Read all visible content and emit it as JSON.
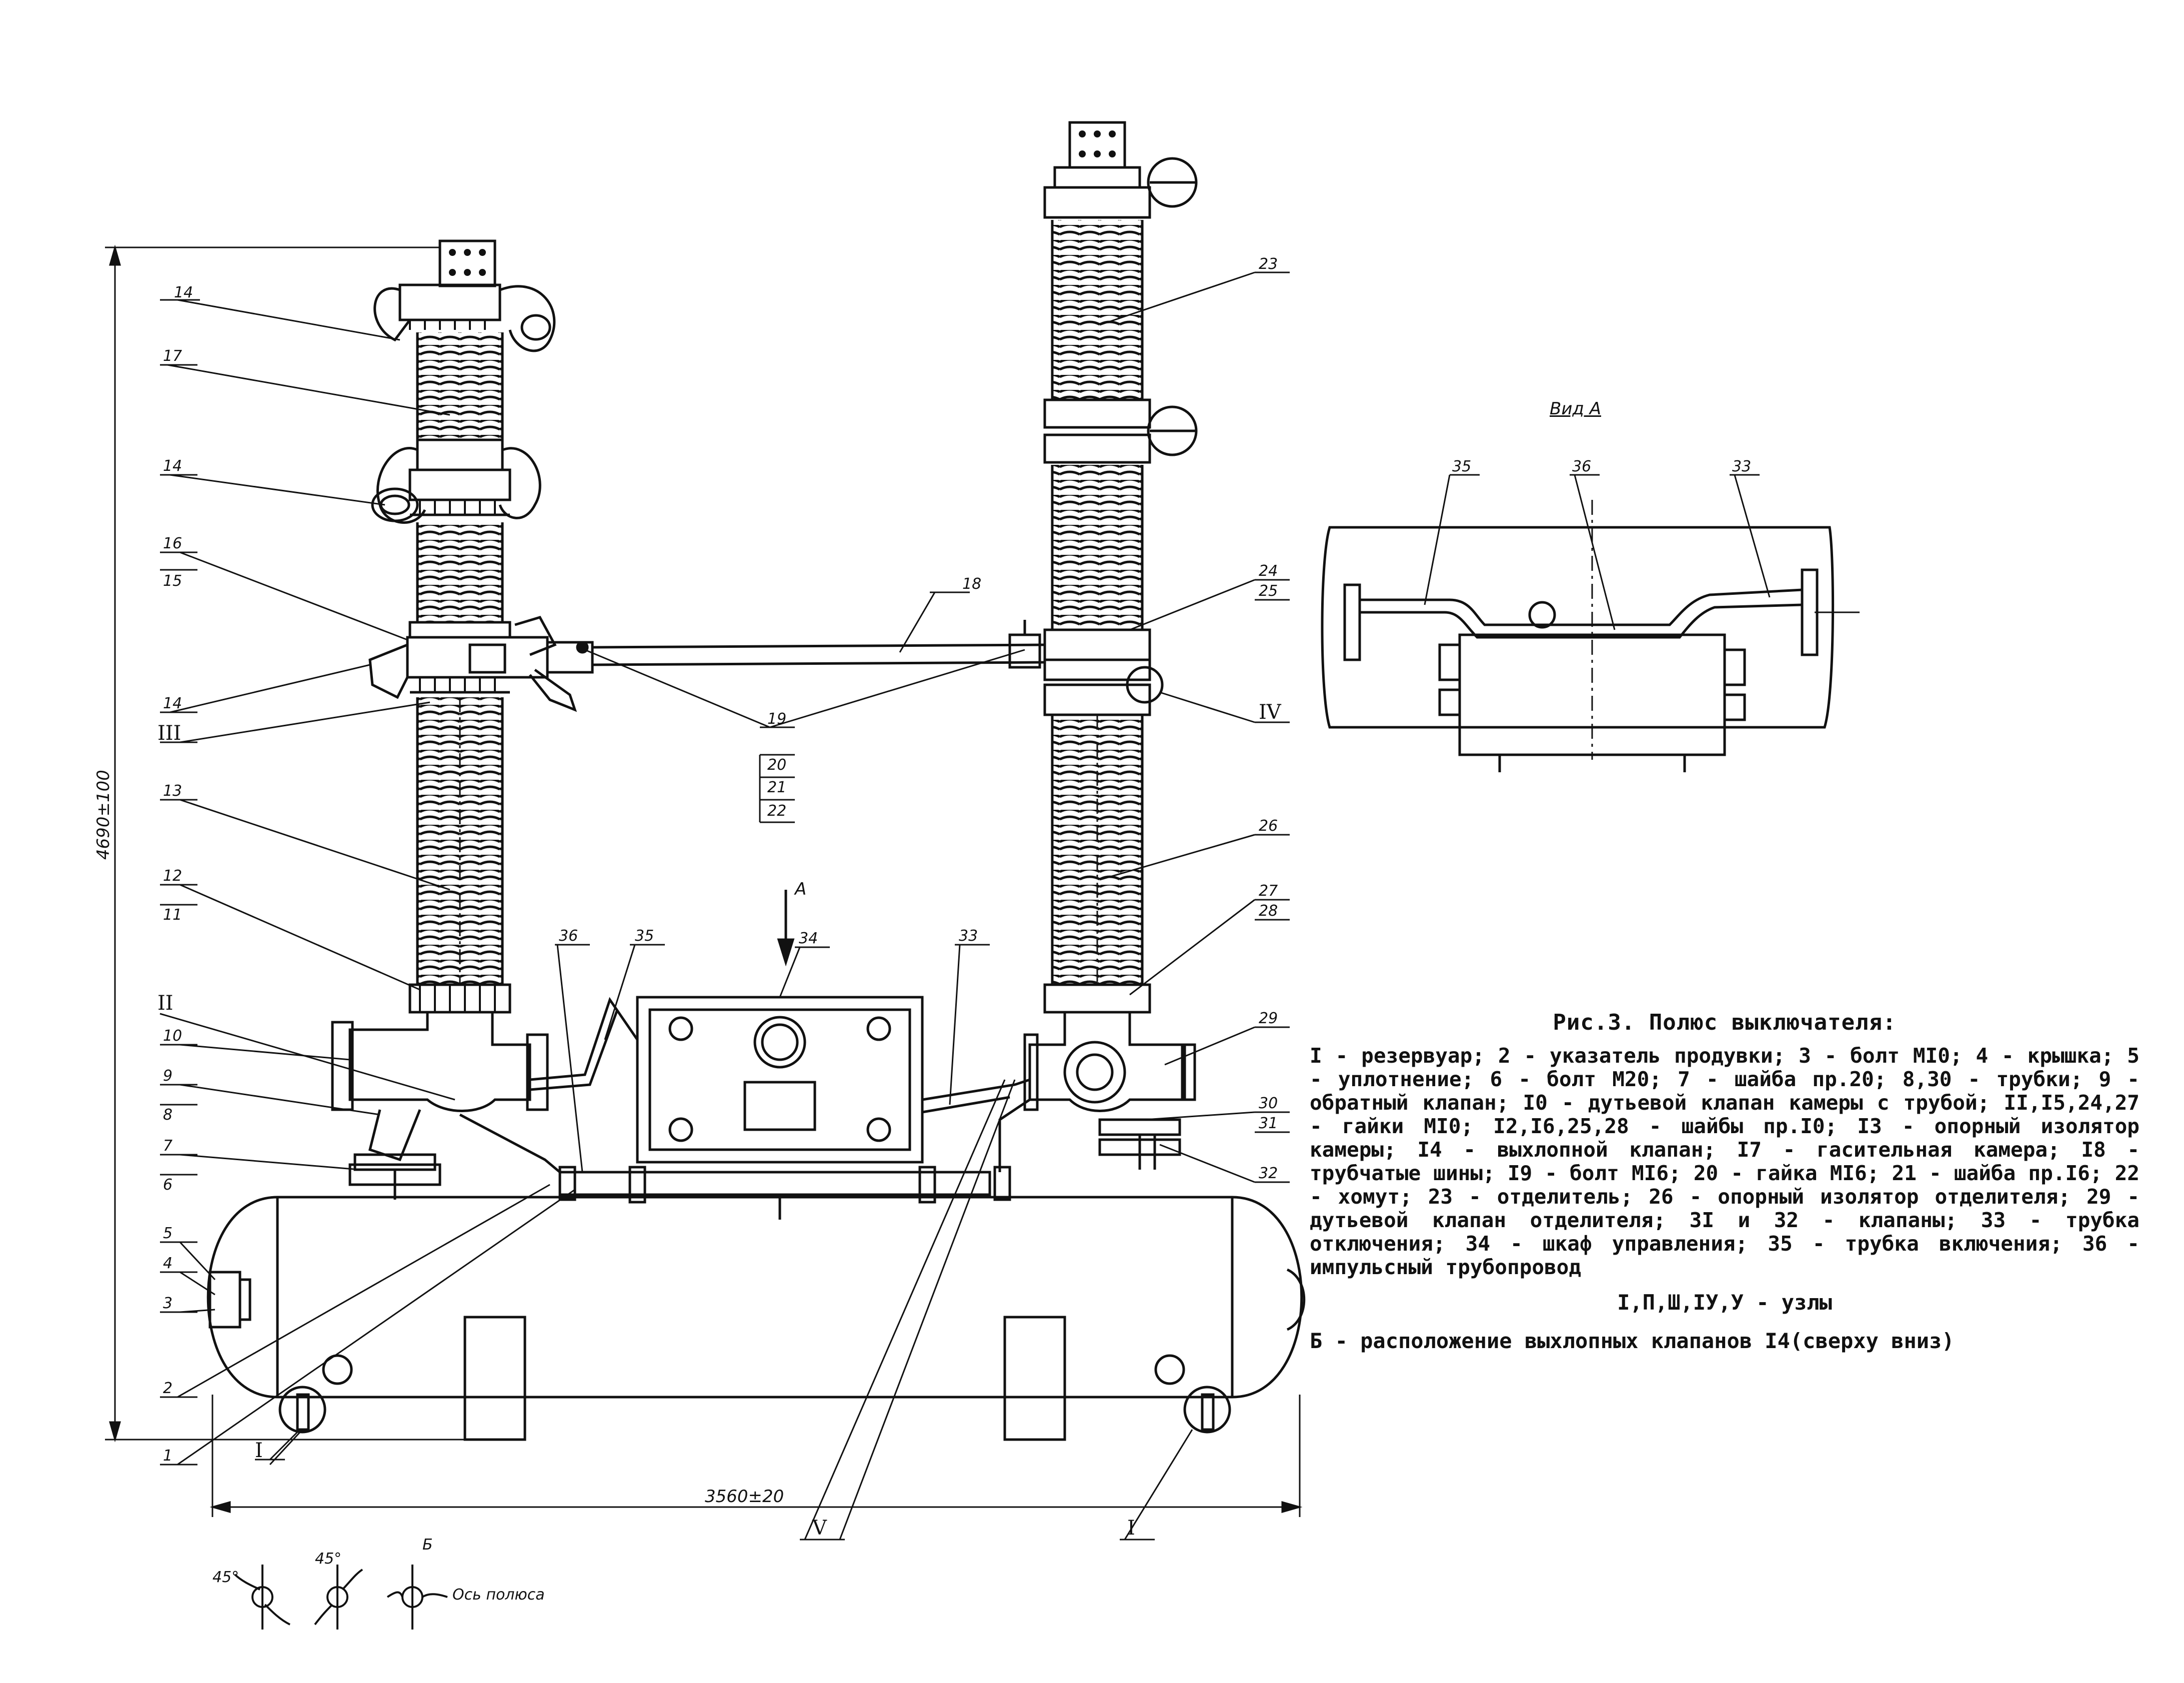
{
  "figure": {
    "caption_title": "Рис.3. Полюс выключателя:",
    "legend_text": "I - резервуар; 2 - указатель продувки; 3 - болт MI0; 4 - крышка; 5 - уплотнение; 6 - болт M20; 7 - шайба пр.20; 8,30 - трубки; 9 - обратный клапан; I0 - дутьевой клапан камеры с трубой; II,I5,24,27 - гайки MI0; I2,I6,25,28 - шайбы пр.I0; I3 - опорный изолятор камеры; I4 - выхлопной клапан; I7 - гасительная камера; I8 - трубчатые шины; I9 - болт MI6; 20 - гайка MI6; 21 - шайба пр.I6; 22 - хомут; 23 - отделитель; 26 - опорный изолятор отделителя; 29 - дутьевой клапан отделителя; 3I и 32 - клапаны; 33 - трубка отключения; 34 - шкаф управления; 35 - трубка включения; 36 - импульсный трубопровод",
    "nodes_line": "I,П,Ш,IУ,У - узлы",
    "note_b": "Б - расположение выхлопных клапанов I4(сверху вниз)"
  },
  "view_a": {
    "title": "Вид А",
    "callouts": [
      "35",
      "36",
      "33"
    ]
  },
  "dimensions": {
    "height": "4690±100",
    "width": "3560±20"
  },
  "main_view": {
    "arrow_label": "А",
    "callouts_left": [
      "14",
      "17",
      "14",
      "16",
      "15",
      "14",
      "III",
      "13",
      "12",
      "11",
      "II",
      "10",
      "9",
      "8",
      "7",
      "6",
      "5",
      "4",
      "3",
      "2",
      "1"
    ],
    "callouts_center": [
      "18",
      "19",
      "20",
      "21",
      "22",
      "36",
      "35",
      "34",
      "33"
    ],
    "callouts_right": [
      "23",
      "24",
      "25",
      "IV",
      "26",
      "27",
      "28",
      "29",
      "30",
      "31",
      "32"
    ],
    "node_marks": [
      "I",
      "I",
      "V"
    ]
  },
  "detail_b": {
    "label": "Б",
    "angle_1": "45°",
    "angle_2": "45°",
    "axis_label": "Ось полюса"
  }
}
